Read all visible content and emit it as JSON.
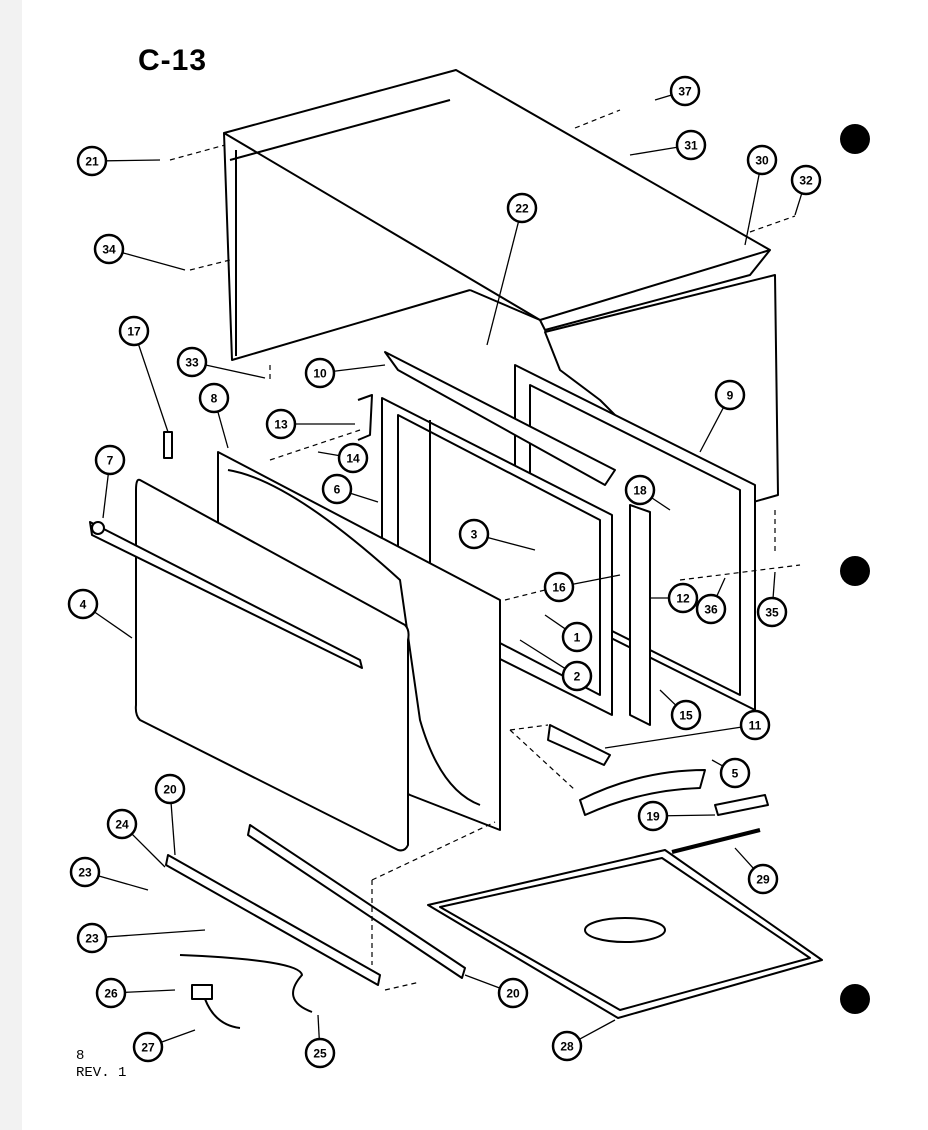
{
  "diagram": {
    "title": "C-13",
    "footer": {
      "page": "8",
      "revision": "REV. 1"
    },
    "callouts": [
      {
        "id": "c37",
        "label": "37"
      },
      {
        "id": "c31",
        "label": "31"
      },
      {
        "id": "c30",
        "label": "30"
      },
      {
        "id": "c32",
        "label": "32"
      },
      {
        "id": "c21",
        "label": "21"
      },
      {
        "id": "c22",
        "label": "22"
      },
      {
        "id": "c34",
        "label": "34"
      },
      {
        "id": "c17",
        "label": "17"
      },
      {
        "id": "c33",
        "label": "33"
      },
      {
        "id": "c10",
        "label": "10"
      },
      {
        "id": "c8",
        "label": "8"
      },
      {
        "id": "c9",
        "label": "9"
      },
      {
        "id": "c13",
        "label": "13"
      },
      {
        "id": "c14",
        "label": "14"
      },
      {
        "id": "c7",
        "label": "7"
      },
      {
        "id": "c18",
        "label": "18"
      },
      {
        "id": "c6",
        "label": "6"
      },
      {
        "id": "c3",
        "label": "3"
      },
      {
        "id": "c16",
        "label": "16"
      },
      {
        "id": "c4",
        "label": "4"
      },
      {
        "id": "c1",
        "label": "1"
      },
      {
        "id": "c12",
        "label": "12"
      },
      {
        "id": "c36",
        "label": "36"
      },
      {
        "id": "c35",
        "label": "35"
      },
      {
        "id": "c2",
        "label": "2"
      },
      {
        "id": "c15",
        "label": "15"
      },
      {
        "id": "c11",
        "label": "11"
      },
      {
        "id": "c5",
        "label": "5"
      },
      {
        "id": "c20a",
        "label": "20"
      },
      {
        "id": "c19",
        "label": "19"
      },
      {
        "id": "c24",
        "label": "24"
      },
      {
        "id": "c29",
        "label": "29"
      },
      {
        "id": "c23a",
        "label": "23"
      },
      {
        "id": "c23b",
        "label": "23"
      },
      {
        "id": "c26",
        "label": "26"
      },
      {
        "id": "c20b",
        "label": "20"
      },
      {
        "id": "c28b",
        "label": "28"
      },
      {
        "id": "c27",
        "label": "27"
      },
      {
        "id": "c25",
        "label": "25"
      }
    ]
  }
}
